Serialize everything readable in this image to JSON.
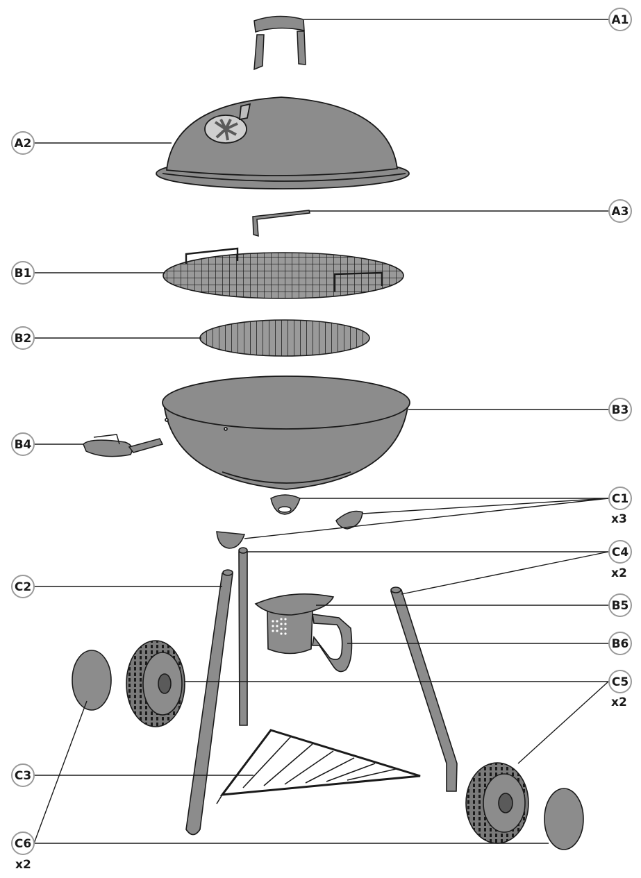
{
  "labels": {
    "A1": "A1",
    "A2": "A2",
    "A3": "A3",
    "B1": "B1",
    "B2": "B2",
    "B3": "B3",
    "B4": "B4",
    "B5": "B5",
    "B6": "B6",
    "C1": "C1",
    "C2": "C2",
    "C3": "C3",
    "C4": "C4",
    "C5": "C5",
    "C6": "C6"
  },
  "quantities": {
    "C1": "x3",
    "C4": "x2",
    "C5": "x2",
    "C6": "x2"
  },
  "colors": {
    "part_fill": "#8c8c8c",
    "part_dark": "#5a5a5a",
    "outline": "#1a1a1a",
    "bubble_fill": "#ffffff",
    "bubble_stroke": "#9a9a9a",
    "vent": "#cfcfcf"
  }
}
